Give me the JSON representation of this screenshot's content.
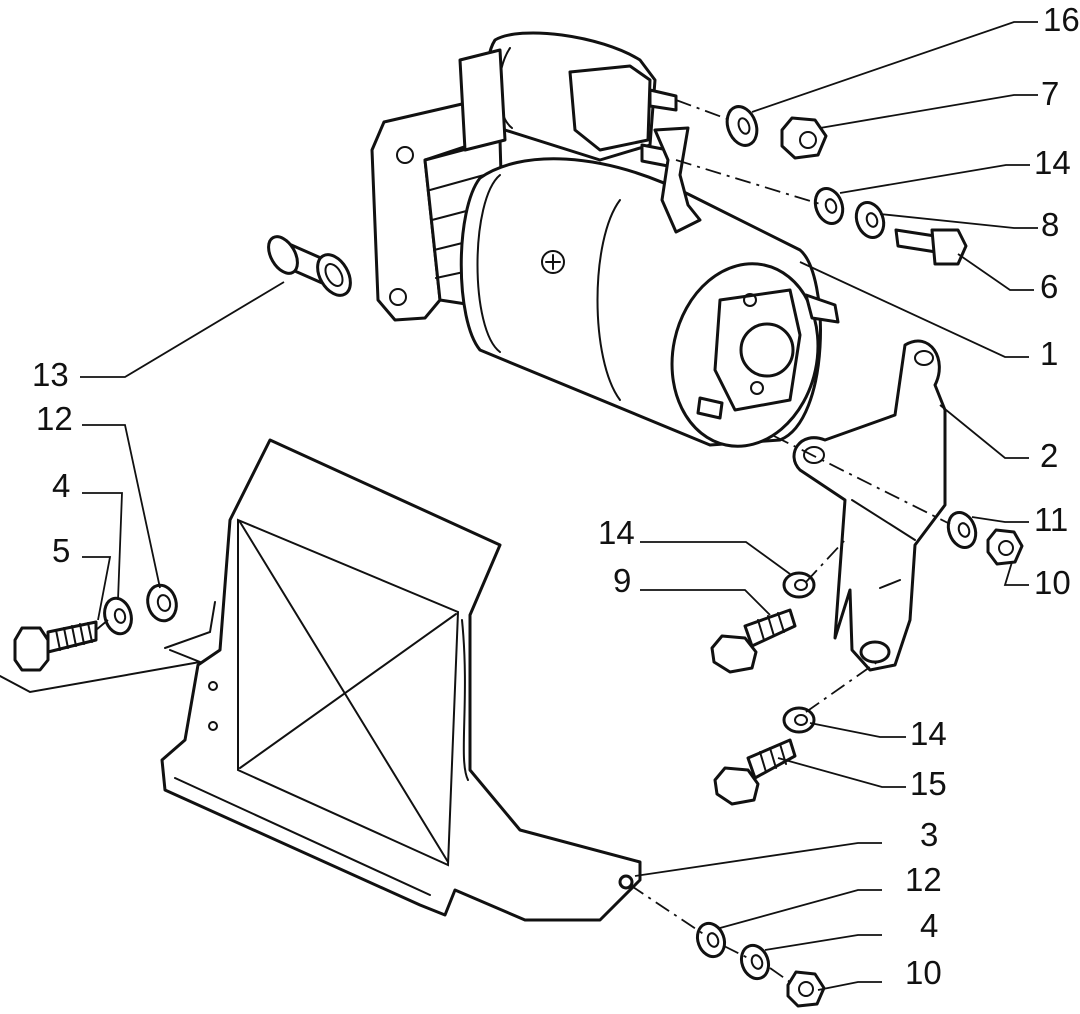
{
  "diagram": {
    "callouts": [
      {
        "id": "c16a",
        "text": "16"
      },
      {
        "id": "c7",
        "text": "7"
      },
      {
        "id": "c14a",
        "text": "14"
      },
      {
        "id": "c8",
        "text": "8"
      },
      {
        "id": "c6",
        "text": "6"
      },
      {
        "id": "c1",
        "text": "1"
      },
      {
        "id": "c13",
        "text": "13"
      },
      {
        "id": "c12a",
        "text": "12"
      },
      {
        "id": "c4a",
        "text": "4"
      },
      {
        "id": "c5",
        "text": "5"
      },
      {
        "id": "c2",
        "text": "2"
      },
      {
        "id": "c11",
        "text": "11"
      },
      {
        "id": "c10a",
        "text": "10"
      },
      {
        "id": "c14b",
        "text": "14"
      },
      {
        "id": "c9",
        "text": "9"
      },
      {
        "id": "c14c",
        "text": "14"
      },
      {
        "id": "c15",
        "text": "15"
      },
      {
        "id": "c3",
        "text": "3"
      },
      {
        "id": "c12b",
        "text": "12"
      },
      {
        "id": "c4b",
        "text": "4"
      },
      {
        "id": "c10b",
        "text": "10"
      }
    ]
  }
}
